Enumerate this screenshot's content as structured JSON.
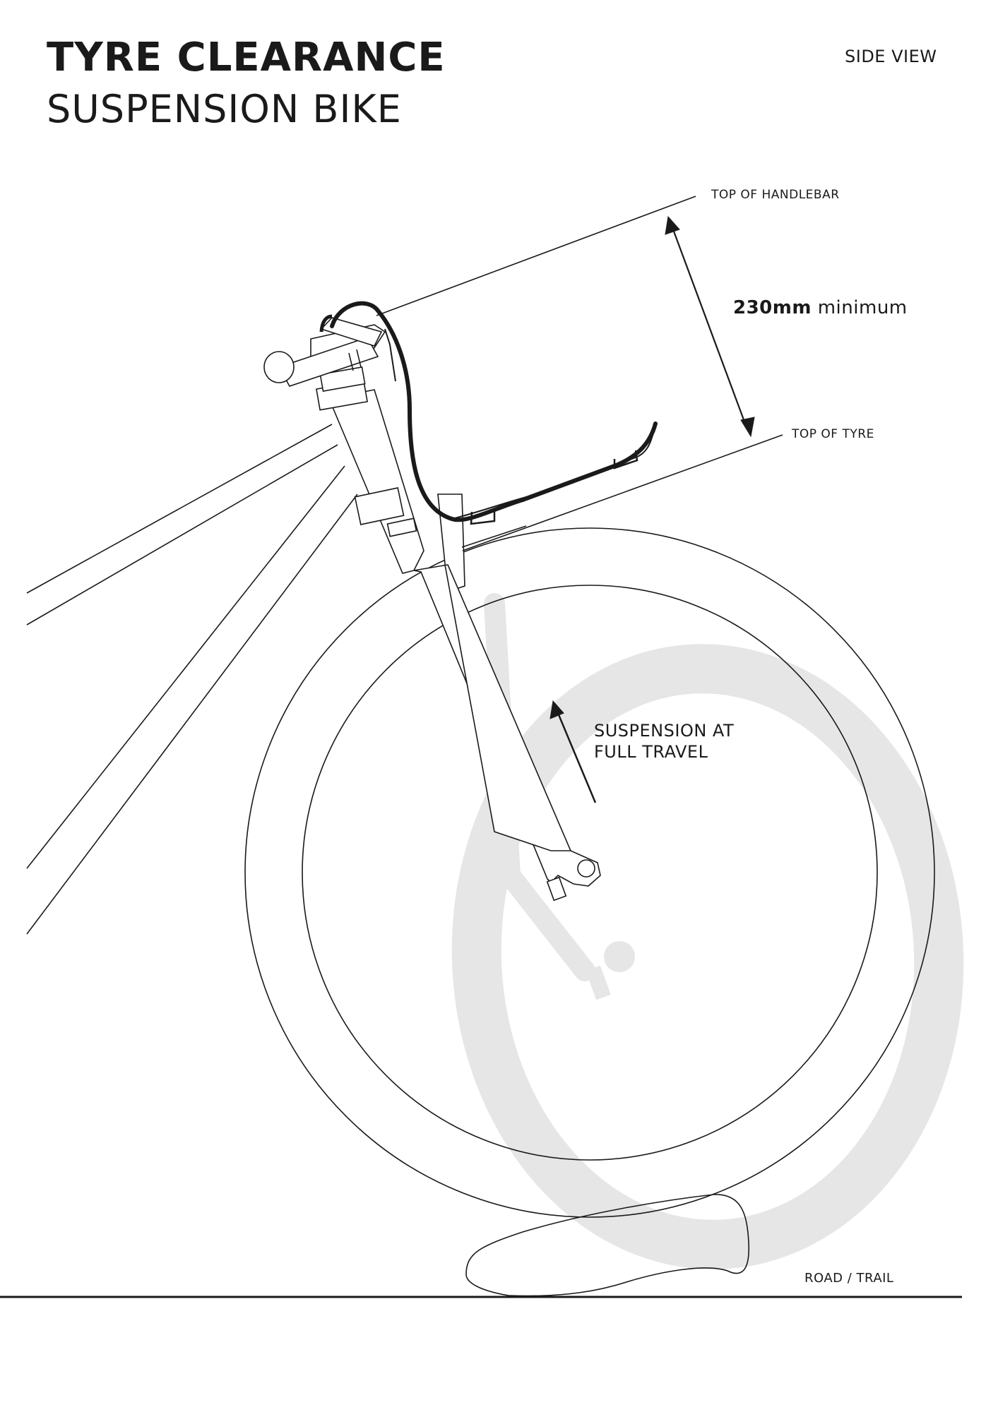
{
  "title": {
    "main": "TYRE CLEARANCE",
    "sub": "SUSPENSION BIKE"
  },
  "view_label": "SIDE VIEW",
  "labels": {
    "top_of_handlebar": "TOP OF HANDLEBAR",
    "top_of_tyre": "TOP OF TYRE",
    "road_trail": "ROAD / TRAIL"
  },
  "measurement": {
    "value": "230mm",
    "qualifier": "minimum"
  },
  "suspension_note": {
    "line1": "SUSPENSION AT",
    "line2": "FULL TRAVEL"
  },
  "colors": {
    "line": "#1a1a1a",
    "ghost": "#e6e6e6",
    "background": "#ffffff"
  }
}
